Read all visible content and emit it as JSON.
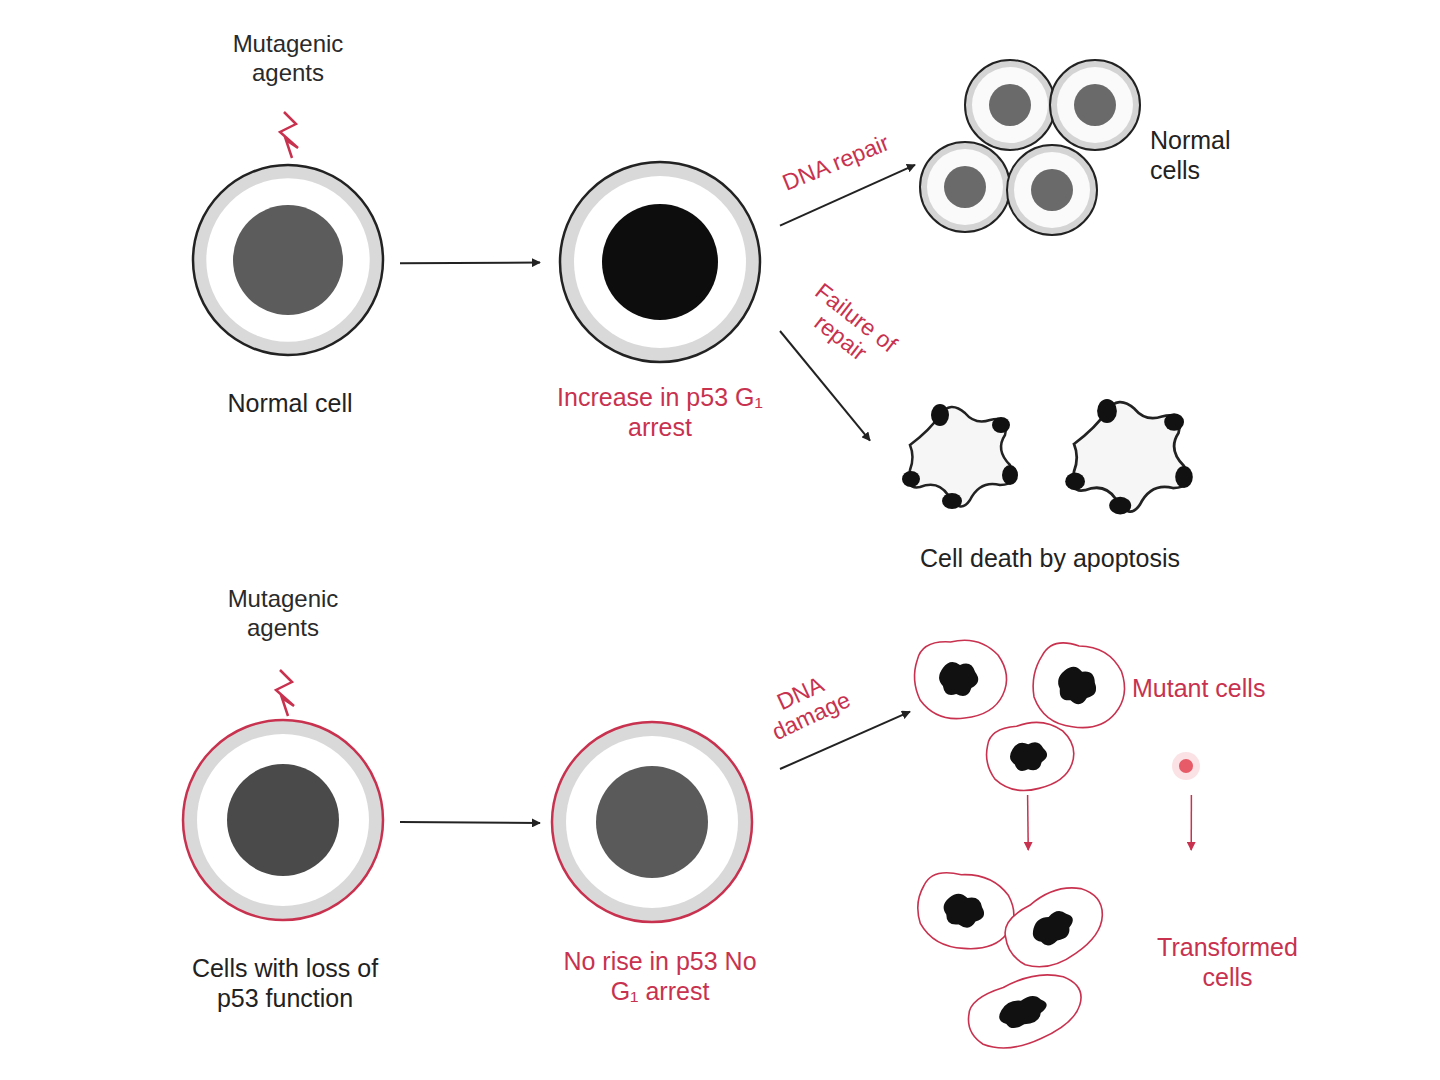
{
  "diagram": {
    "nodes": [
      {
        "text": [
          "Normal cell"
        ]
      },
      {
        "text": [
          "Increase in p53 G₁ arrest"
        ]
      },
      {
        "text": [
          "Normal cells"
        ]
      },
      {
        "text": [
          "Cell death by apoptosis"
        ]
      },
      {
        "text": [
          "Cells with loss of p53 function"
        ]
      },
      {
        "text": [
          "No rise in p53 No G₁ arrest"
        ]
      },
      {
        "text": [
          "Mutant cells"
        ]
      },
      {
        "text": [
          "Transformed cells"
        ]
      }
    ],
    "edges": [
      {
        "from": 0,
        "to": 1,
        "arrow": "to"
      },
      {
        "from": 1,
        "to": 2,
        "label": "DNA repair",
        "arrow": "to"
      },
      {
        "from": 1,
        "to": 3,
        "label": "Failure of repair",
        "arrow": "to"
      },
      {
        "from": 4,
        "to": 5,
        "arrow": "to"
      },
      {
        "from": 5,
        "to": 6,
        "label": "DNA damage",
        "arrow": "to"
      },
      {
        "from": 6,
        "to": 7,
        "arrow": "to"
      },
      {
        "from": 6,
        "to": 7,
        "arrow": "to"
      }
    ],
    "labels": [
      "Mutagenic agents",
      "Mutagenic agents"
    ]
  }
}
